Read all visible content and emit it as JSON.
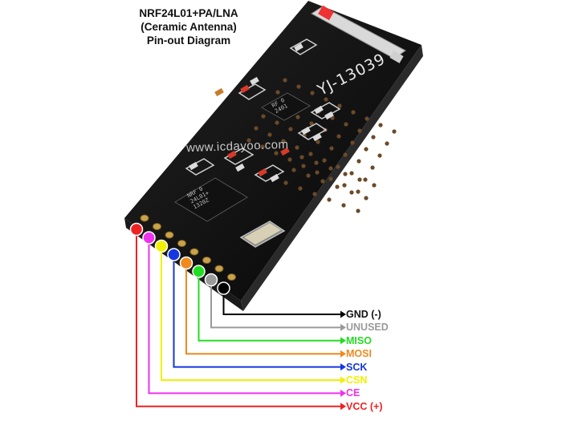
{
  "title_lines": [
    "NRF24L01+PA/LNA",
    "(Ceramic Antenna)",
    "Pin-out Diagram"
  ],
  "board_marking": "YJ-13039",
  "watermark": "www.icdayoo.com",
  "main_chip_text": [
    "NRF 0",
    "24L01+",
    "1320Z"
  ],
  "pa_chip_text": [
    "RF 0",
    "2401"
  ],
  "pins": [
    {
      "label": "GND (-)",
      "color": "#000000"
    },
    {
      "label": "UNUSED",
      "color": "#9a9a9a"
    },
    {
      "label": "MISO",
      "color": "#22dd22"
    },
    {
      "label": "MOSI",
      "color": "#ee8a1e"
    },
    {
      "label": "SCK",
      "color": "#1437e0"
    },
    {
      "label": "CSN",
      "color": "#f0f000"
    },
    {
      "label": "CE",
      "color": "#ee33ee"
    },
    {
      "label": "VCC (+)",
      "color": "#ee2222"
    }
  ]
}
